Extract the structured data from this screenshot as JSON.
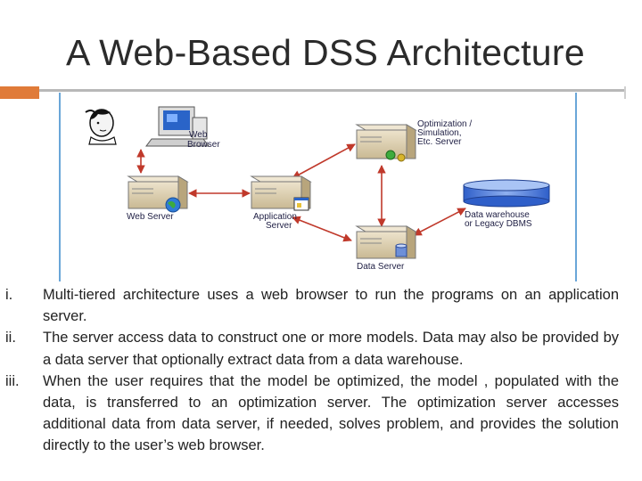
{
  "slide": {
    "title": "A Web-Based DSS Architecture"
  },
  "diagram": {
    "labels": {
      "web_browser": [
        "Web",
        "Browser"
      ],
      "optimization_server": [
        "Optimization /",
        "Simulation,",
        "Etc. Server"
      ],
      "web_server": "Web Server",
      "application_server": [
        "Application",
        "Server"
      ],
      "data_warehouse": [
        "Data warehouse",
        "or Legacy DBMS"
      ],
      "data_server": "Data Server"
    }
  },
  "list": {
    "items": [
      {
        "num": "i.",
        "text": "Multi-tiered architecture uses a web browser to run the programs on an application server."
      },
      {
        "num": "ii.",
        "text": "The server access data to construct one or more models. Data may also be provided by a data server that optionally extract data from a data warehouse."
      },
      {
        "num": "iii.",
        "text": "When the user requires that the model be optimized, the model , populated with the data, is transferred to an optimization server. The optimization server accesses additional data from data server, if needed, solves problem, and provides the solution directly to the user’s web browser."
      }
    ]
  },
  "colors": {
    "accent_orange": "#e07b39",
    "arrow_red": "#c0392b",
    "frame_blue": "#6aa6d8",
    "server_tan": "#d8ccb0",
    "db_blue": "#3d6fd6"
  },
  "icons": [
    "person-icon",
    "computer-icon",
    "server-icon",
    "globe-icon",
    "app-window-icon",
    "gear-icon",
    "database-icon"
  ]
}
